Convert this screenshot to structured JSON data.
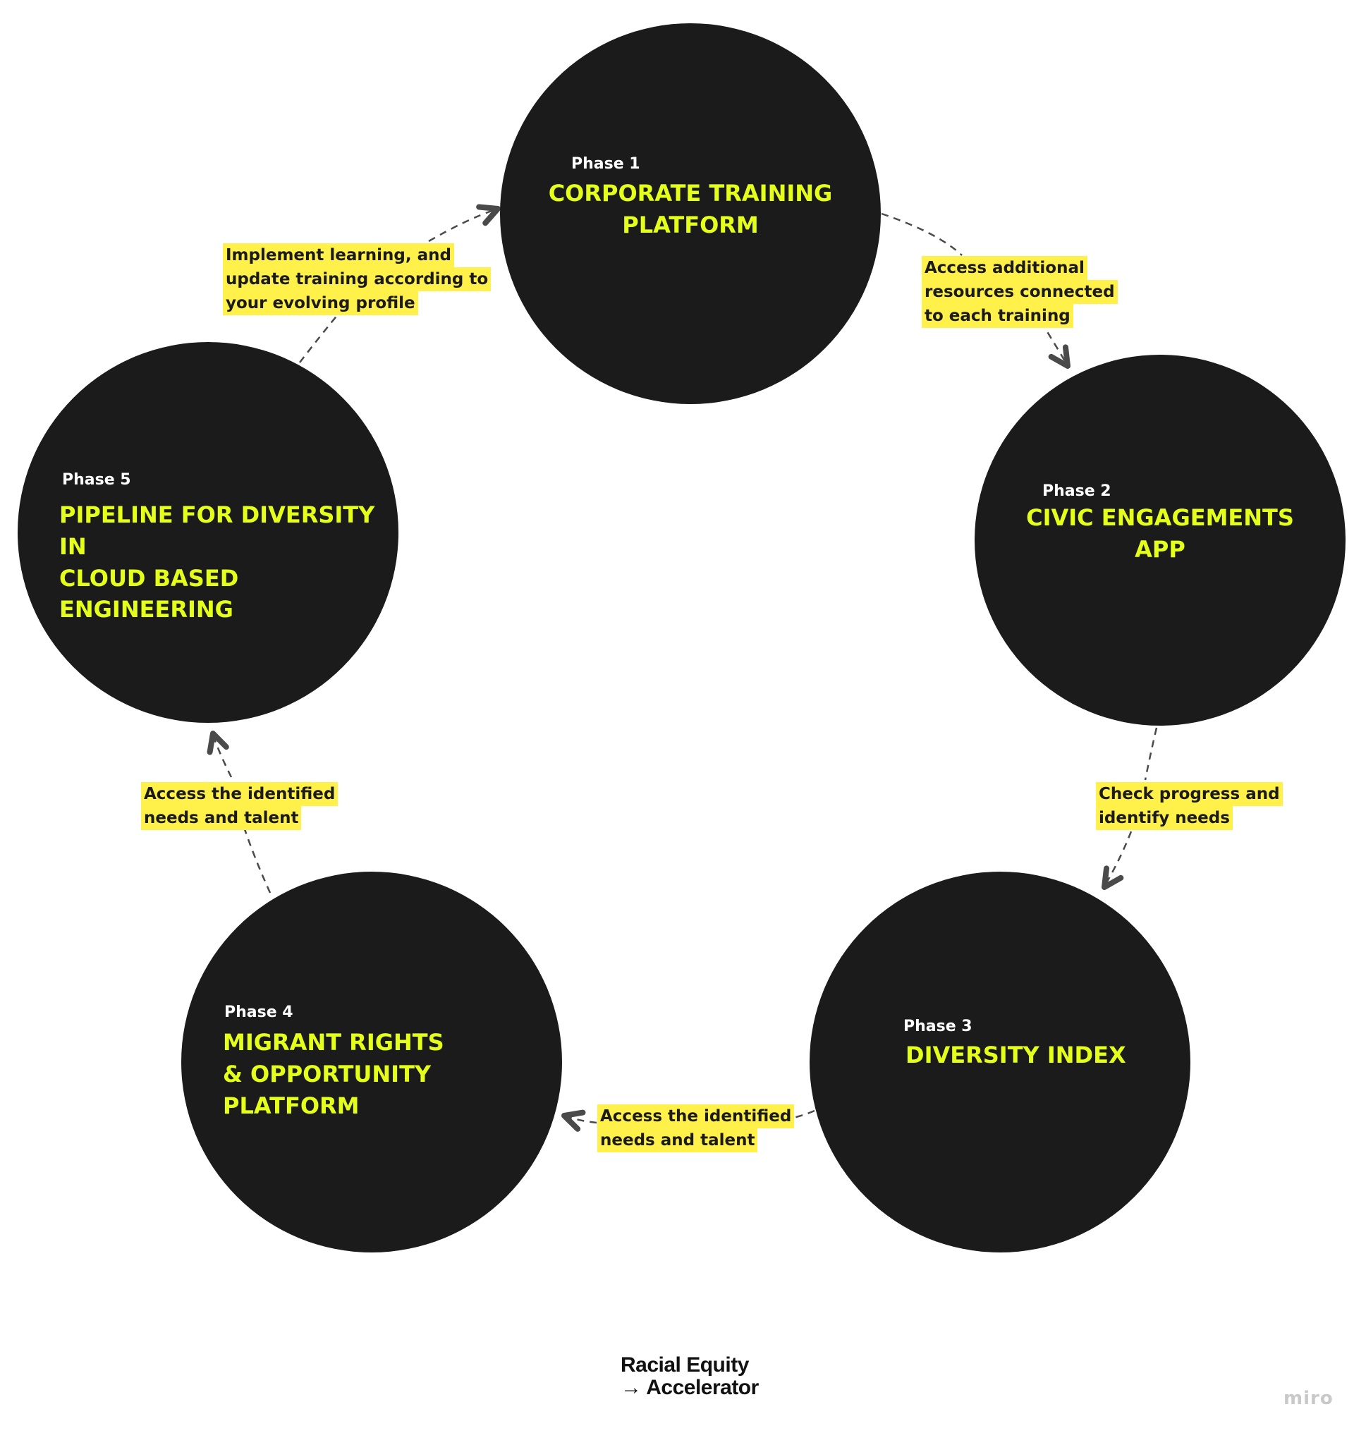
{
  "colors": {
    "circle_fill": "#1b1b1b",
    "title_accent": "#e4ff1a",
    "phase_label": "#ffffff",
    "note_highlight": "#fff04a",
    "connector": "#4a4a4a",
    "watermark": "#c9c9c9"
  },
  "phases": [
    {
      "label": "Phase 1",
      "title": "CORPORATE TRAINING\nPLATFORM"
    },
    {
      "label": "Phase 2",
      "title": "CIVIC ENGAGEMENTS\nAPP"
    },
    {
      "label": "Phase 3",
      "title": "DIVERSITY INDEX"
    },
    {
      "label": "Phase 4",
      "title": "MIGRANT RIGHTS\n& OPPORTUNITY PLATFORM"
    },
    {
      "label": "Phase 5",
      "title": "PIPELINE FOR DIVERSITY IN\nCLOUD BASED ENGINEERING"
    }
  ],
  "transitions": [
    {
      "from": "Phase 1",
      "to": "Phase 2",
      "lines": [
        "Access additional",
        "resources connected",
        "to each training"
      ]
    },
    {
      "from": "Phase 2",
      "to": "Phase 3",
      "lines": [
        "Check progress and",
        "identify needs"
      ]
    },
    {
      "from": "Phase 3",
      "to": "Phase 4",
      "lines": [
        "Access the identified",
        "needs and talent"
      ]
    },
    {
      "from": "Phase 4",
      "to": "Phase 5",
      "lines": [
        "Access the identified",
        "needs and talent"
      ]
    },
    {
      "from": "Phase 5",
      "to": "Phase 1",
      "lines": [
        "Implement learning, and",
        "update training according to",
        "your evolving profile"
      ]
    }
  ],
  "brand": {
    "line1": "Racial Equity",
    "line2": "→ Accelerator"
  },
  "watermark": "miro"
}
